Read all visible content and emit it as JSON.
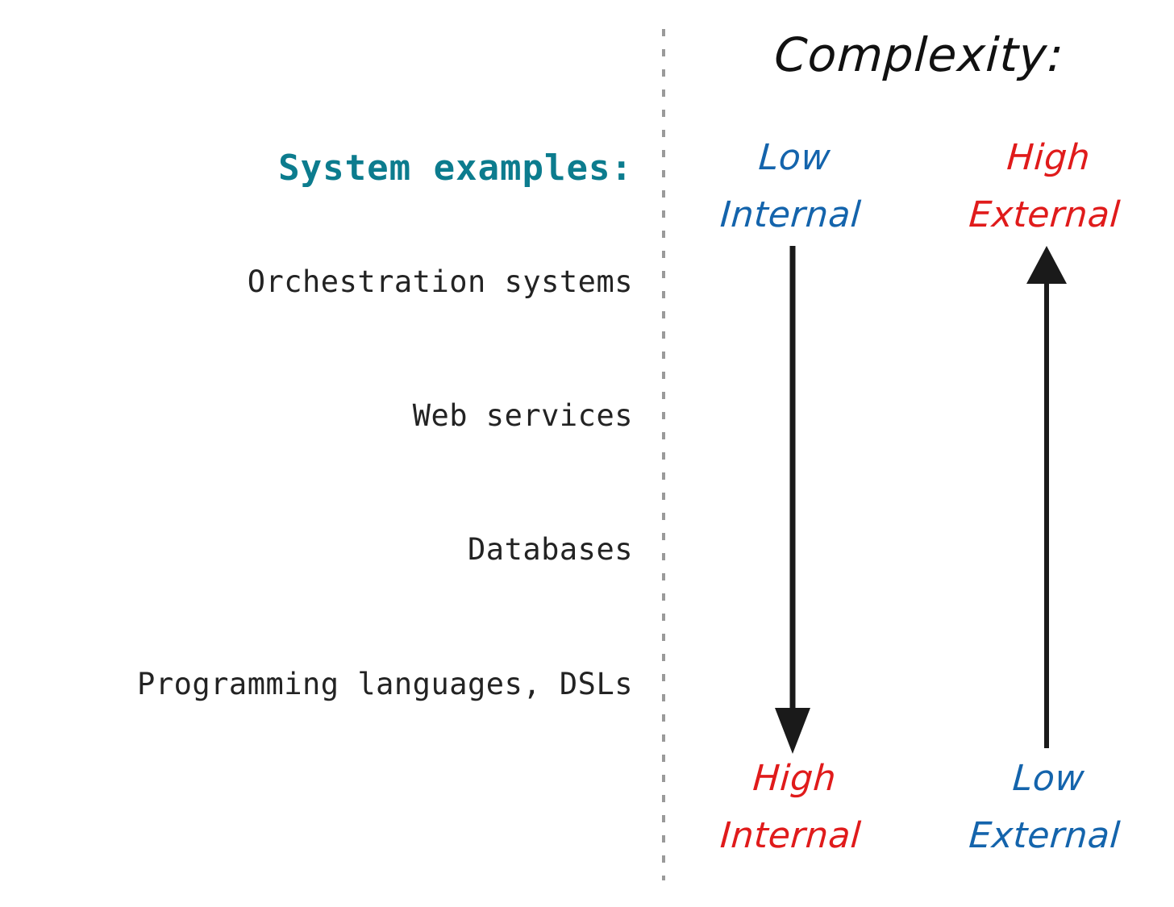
{
  "left": {
    "heading": "System examples:",
    "items": [
      {
        "label": "Orchestration systems"
      },
      {
        "label": "Web services"
      },
      {
        "label": "Databases"
      },
      {
        "label": "Programming languages, DSLs"
      }
    ]
  },
  "right": {
    "title": "Complexity:",
    "axes": [
      {
        "name": "internal",
        "direction": "down",
        "top_line1": "Low",
        "top_line2": "Internal",
        "top_color": "#1464ac",
        "bottom_line1": "High",
        "bottom_line2": "Internal",
        "bottom_color": "#e01b1b"
      },
      {
        "name": "external",
        "direction": "up",
        "top_line1": "High",
        "top_line2": "External",
        "top_color": "#e01b1b",
        "bottom_line1": "Low",
        "bottom_line2": "External",
        "bottom_color": "#1464ac"
      }
    ]
  },
  "colors": {
    "heading_teal": "#0c7c8e",
    "body_text": "#232323",
    "low_blue": "#1464ac",
    "high_red": "#e01b1b",
    "arrow_black": "#1a1a1a",
    "divider_gray": "#9a9a9a",
    "background": "#ffffff"
  }
}
